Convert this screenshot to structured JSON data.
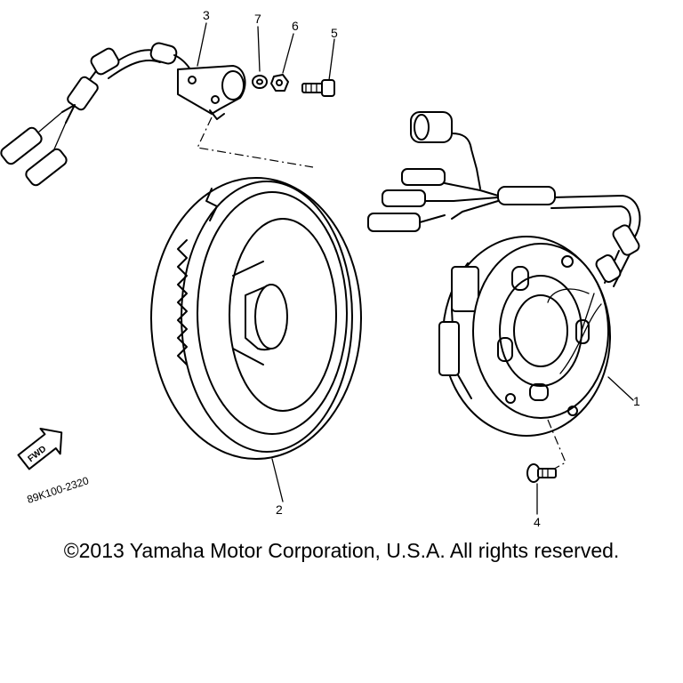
{
  "callouts": {
    "part_1": "1",
    "part_2": "2",
    "part_3": "3",
    "part_4": "4",
    "part_5": "5",
    "part_6": "6",
    "part_7": "7"
  },
  "fwd_label": "FWD",
  "diagram_code": "89K100-2320",
  "copyright": "©2013 Yamaha Motor Corporation, U.S.A. All rights reserved."
}
